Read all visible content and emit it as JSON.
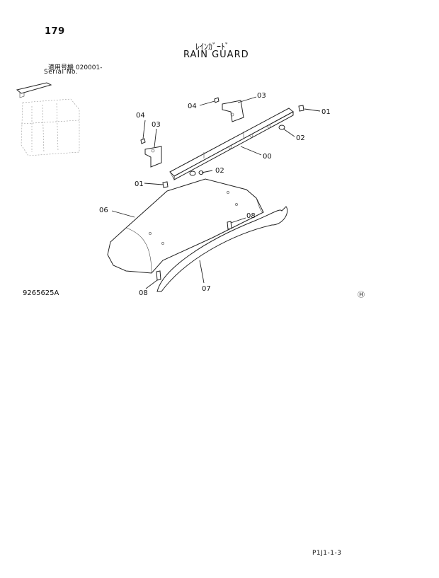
{
  "page_number": "179",
  "title_jp": "ﾚｲﾝｶﾞｰﾄﾞ",
  "title_en": "RAIN GUARD",
  "serial_label_jp": "適用号機 020001-",
  "serial_label_en": "Serial No.",
  "drawing_number": "9265625A",
  "page_code": "P1J1-1-3",
  "marking_symbol": "Ⓗ",
  "callouts": {
    "c00": "00",
    "c01a": "01",
    "c01b": "01",
    "c02a": "02",
    "c02b": "02",
    "c03a": "03",
    "c03b": "03",
    "c04a": "04",
    "c04b": "04",
    "c06": "06",
    "c07": "07",
    "c08a": "08",
    "c08b": "08"
  }
}
